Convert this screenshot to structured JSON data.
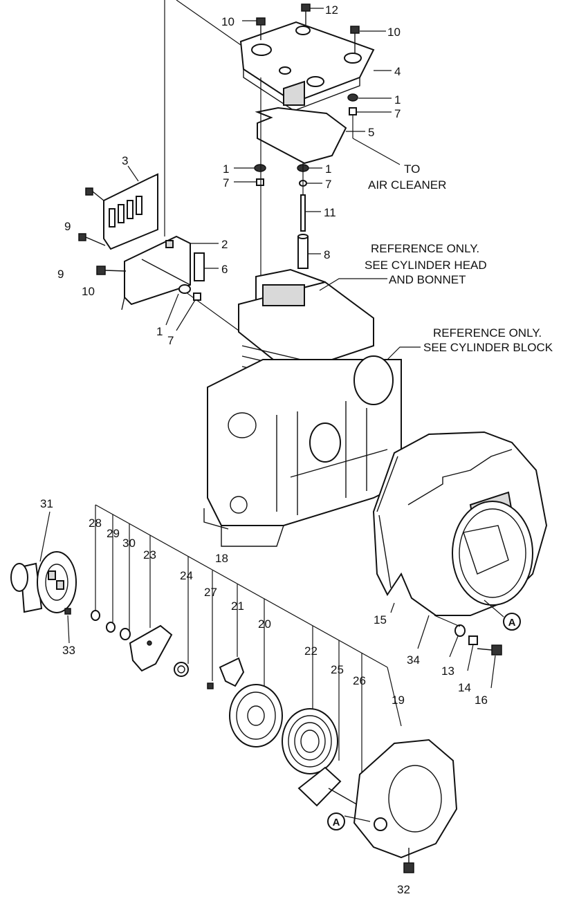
{
  "labels": {
    "p1a": "1",
    "p1b": "1",
    "p1c": "1",
    "p1d": "1",
    "p2": "2",
    "p3": "3",
    "p4": "4",
    "p5": "5",
    "p6": "6",
    "p7a": "7",
    "p7b": "7",
    "p7c": "7",
    "p7d": "7",
    "p8": "8",
    "p9a": "9",
    "p9b": "9",
    "p10a": "10",
    "p10b": "10",
    "p10c": "10",
    "p11": "11",
    "p12": "12",
    "p13": "13",
    "p14": "14",
    "p15": "15",
    "p16": "16",
    "p18": "18",
    "p19": "19",
    "p20": "20",
    "p21": "21",
    "p22": "22",
    "p23": "23",
    "p24": "24",
    "p25": "25",
    "p26": "26",
    "p27": "27",
    "p28": "28",
    "p29": "29",
    "p30": "30",
    "p31": "31",
    "p32": "32",
    "p33": "33",
    "p34": "34"
  },
  "notes": {
    "to_air_cleaner_line1": "TO",
    "to_air_cleaner_line2": "AIR CLEANER",
    "ref_head_line1": "REFERENCE ONLY.",
    "ref_head_line2": "SEE CYLINDER HEAD",
    "ref_head_line3": "AND BONNET",
    "ref_block_line1": "REFERENCE ONLY.",
    "ref_block_line2": "SEE  CYLINDER BLOCK"
  },
  "markers": {
    "a_fan_shroud": "A",
    "a_starter": "A"
  }
}
